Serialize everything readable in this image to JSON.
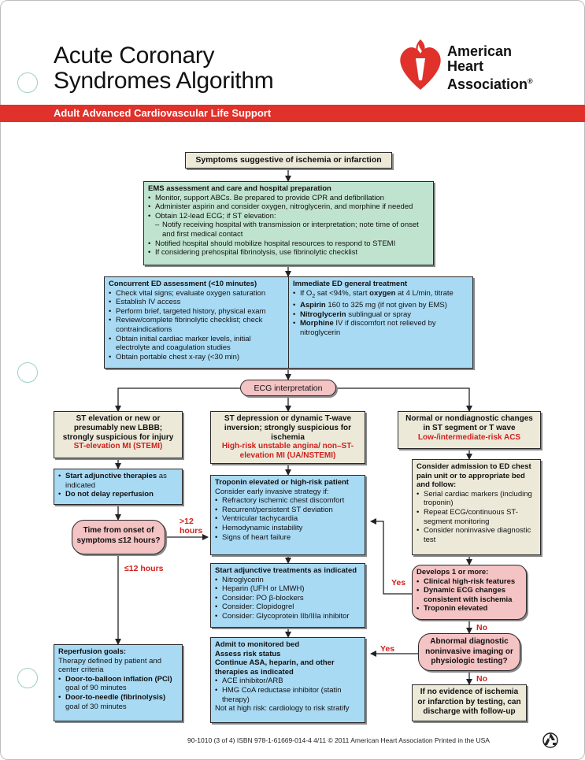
{
  "header": {
    "title_line1": "Acute Coronary",
    "title_line2": "Syndromes Algorithm",
    "logo_text": "American\nHeart\nAssociation",
    "logo_reg": "®",
    "banner": "Adult Advanced Cardiovascular Life Support"
  },
  "colors": {
    "banner_red": "#e0312b",
    "beige": "#ece9d9",
    "green": "#bfe3cf",
    "blue": "#a9daf4",
    "pink": "#f4c3c4",
    "accent_red": "#d0201c"
  },
  "icons": {
    "logo": "heart-torch-icon",
    "recycle": "recycle-icon"
  },
  "symptoms": "Symptoms suggestive of ischemia or infarction",
  "ems": {
    "title": "EMS assessment and care and hospital preparation",
    "items": [
      "Monitor, support ABCs. Be prepared to provide CPR and defibrillation",
      "Administer aspirin and consider oxygen, nitroglycerin, and morphine if needed",
      "Obtain 12-lead ECG; if ST elevation:"
    ],
    "subitems": [
      "Notify receiving hospital with transmission or interpretation; note time of onset and first medical contact"
    ],
    "items2": [
      "Notified hospital should mobilize hospital resources to respond to STEMI",
      "If considering prehospital fibrinolysis, use fibrinolytic checklist"
    ]
  },
  "concurrent": {
    "title": "Concurrent ED assessment (<10 minutes)",
    "items": [
      "Check vital signs; evaluate oxygen saturation",
      "Establish IV access",
      "Perform brief, targeted history, physical exam",
      "Review/complete fibrinolytic checklist; check contraindications",
      "Obtain initial cardiac marker levels, initial electrolyte and coagulation studies",
      "Obtain portable chest x-ray (<30 min)"
    ]
  },
  "immediate": {
    "title": "Immediate ED general treatment",
    "o2_a": "If O",
    "o2_sub": "2",
    "o2_b": " sat <94%, start ",
    "o2_bold": "oxygen",
    "o2_c": " at 4 L/min, titrate",
    "asp_bold": "Aspirin",
    "asp_rest": " 160 to 325 mg (if not given by EMS)",
    "nitro_bold": "Nitroglycerin",
    "nitro_rest": " sublingual or spray",
    "morph_bold": "Morphine",
    "morph_rest": " IV if discomfort not relieved by nitroglycerin"
  },
  "ecg": "ECG interpretation",
  "stemi": {
    "text": "ST elevation or new or presumably new LBBB; strongly suspicious for injury",
    "red": "ST-elevation MI (STEMI)"
  },
  "nstemi": {
    "text": "ST depression or dynamic T-wave inversion; strongly suspicious for ischemia",
    "red": "High-risk unstable angina/ non–ST-elevation MI (UA/NSTEMI)"
  },
  "normal": {
    "text": "Normal or nondiagnostic changes in ST segment or T wave",
    "red": "Low-/intermediate-risk ACS"
  },
  "adjunctive_left": {
    "item1_bold": "Start adjunctive therapies",
    "item1_rest": " as indicated",
    "item2_bold": "Do not delay reperfusion"
  },
  "time_onset": "Time from onset of symptoms ≤12 hours?",
  "label_gt12": ">12 hours",
  "label_le12": "≤12 hours",
  "troponin": {
    "title": "Troponin elevated or high-risk patient",
    "sub": "Consider early invasive strategy if:",
    "items": [
      "Refractory ischemic chest discomfort",
      "Recurrent/persistent ST deviation",
      "Ventricular tachycardia",
      "Hemodynamic instability",
      "Signs of heart failure"
    ]
  },
  "consider_admission": {
    "title": "Consider admission to ED chest pain unit or to appropriate bed and follow:",
    "items": [
      "Serial cardiac markers (including troponin)",
      "Repeat ECG/continuous ST-segment monitoring",
      "Consider noninvasive diagnostic test"
    ]
  },
  "start_adj": {
    "title": "Start adjunctive treatments as indicated",
    "items": [
      "Nitroglycerin",
      "Heparin (UFH or LMWH)",
      "Consider: PO β-blockers",
      "Consider: Clopidogrel",
      "Consider: Glycoprotein IIb/IIIa inhibitor"
    ]
  },
  "develops": {
    "title": "Develops 1 or more:",
    "items": [
      "Clinical high-risk features",
      "Dynamic ECG changes consistent with ischemia",
      "Troponin elevated"
    ]
  },
  "label_yes1": "Yes",
  "label_no1": "No",
  "abnormal": "Abnormal diagnostic noninvasive imaging or physiologic testing?",
  "label_yes2": "Yes",
  "label_no2": "No",
  "reperfusion": {
    "title": "Reperfusion goals:",
    "text": "Therapy defined by patient and center criteria",
    "d2b_bold": "Door-to-balloon inflation (PCI)",
    "d2b_rest": " goal of 90 minutes",
    "d2n_bold": "Door-to-needle (fibrinolysis)",
    "d2n_rest": " goal of 30 minutes"
  },
  "admit": {
    "line1": "Admit to monitored bed",
    "line2": "Assess risk status",
    "line3": "Continue ASA, heparin, and other therapies as indicated",
    "items": [
      "ACE inhibitor/ARB",
      "HMG CoA reductase inhibitor (statin therapy)"
    ],
    "last": "Not at high risk: cardiology to risk stratify"
  },
  "no_evidence": "If no evidence of ischemia or infarction by testing, can discharge with follow-up",
  "footer": "90-1010 (3 of 4)   ISBN 978-1-61669-014-4   4/11   © 2011 American Heart Association   Printed in the USA"
}
